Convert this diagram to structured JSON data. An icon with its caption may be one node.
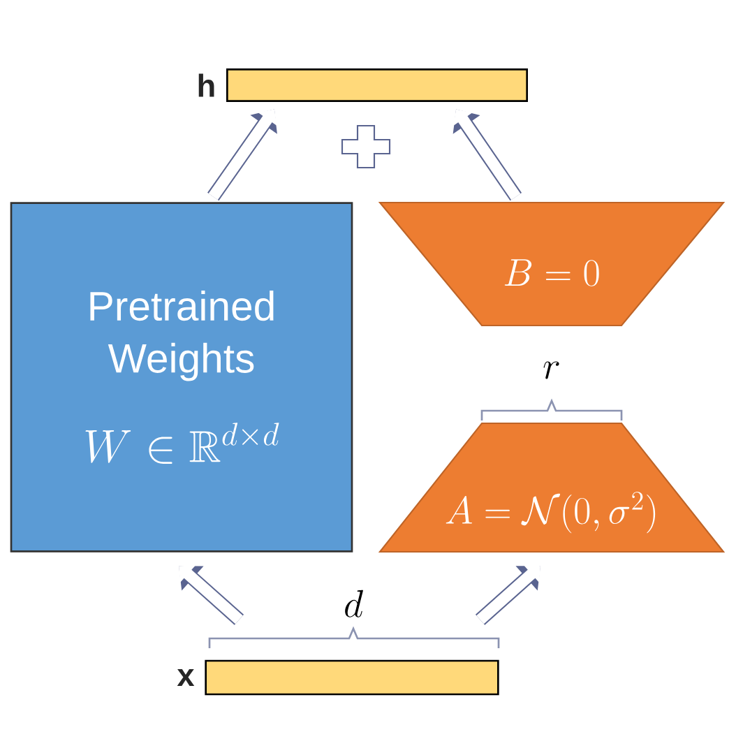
{
  "diagram": {
    "nodes": [
      {
        "text": [
          "h"
        ]
      },
      {
        "text": [
          "Pretrained Weights",
          "W \\in \\mathbb{R}^{d\\times d}"
        ]
      },
      {
        "text": [
          "B = 0"
        ]
      },
      {
        "text": [
          "A = \\mathcal{N}(0,\\sigma^2)"
        ]
      },
      {
        "text": [
          "x"
        ]
      }
    ],
    "edges": [
      {
        "from": 4,
        "to": 1,
        "arrow": "to"
      },
      {
        "from": 4,
        "to": 3,
        "arrow": "to"
      },
      {
        "from": 1,
        "to": 0,
        "arrow": "to"
      },
      {
        "from": 2,
        "to": 0,
        "arrow": "to"
      }
    ],
    "labels": [
      "r",
      "d"
    ]
  }
}
